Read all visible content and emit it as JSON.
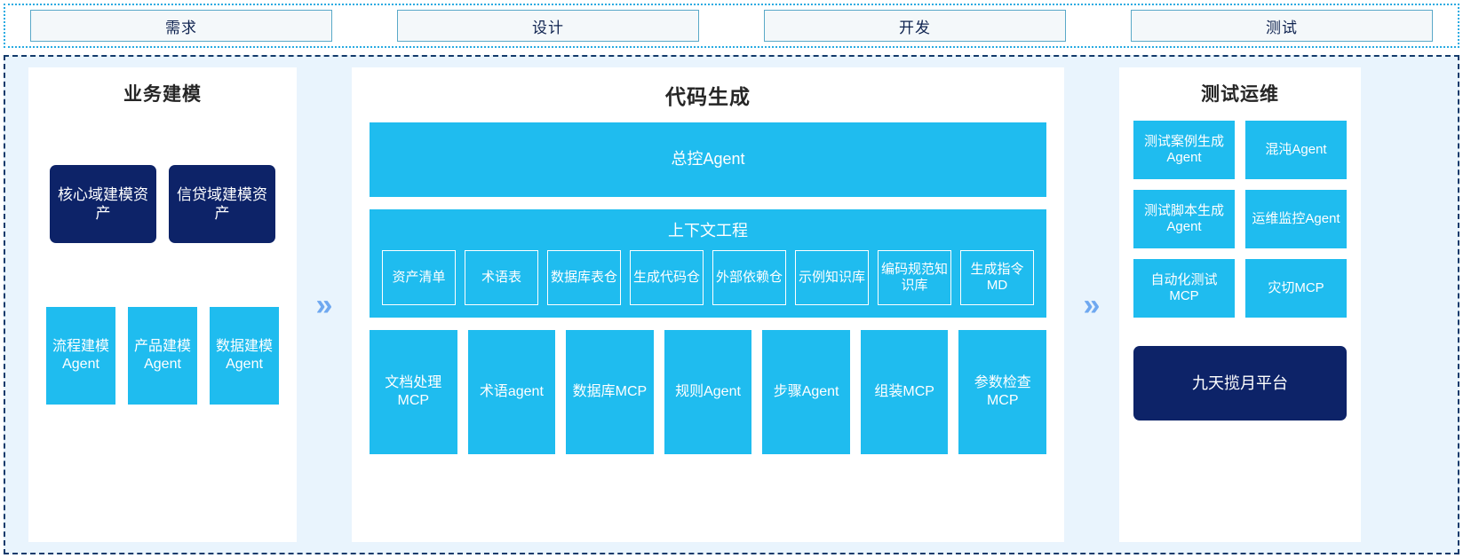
{
  "phases": [
    {
      "label": "需求"
    },
    {
      "label": "设计"
    },
    {
      "label": "开发"
    },
    {
      "label": "测试"
    }
  ],
  "separator": {
    "glyph": "»"
  },
  "colors": {
    "accent_blue": "#1FBCEF",
    "navy": "#0D2368",
    "background": "#E9F4FD",
    "chevron": "#6FA8F0",
    "phase_border": "#29ABE2"
  },
  "left_panel": {
    "title": "业务建模",
    "assets": [
      {
        "label": "核心域建模资产"
      },
      {
        "label": "信贷域建模资产"
      }
    ],
    "agents": [
      {
        "label": "流程建模Agent"
      },
      {
        "label": "产品建模Agent"
      },
      {
        "label": "数据建模Agent"
      }
    ]
  },
  "center_panel": {
    "title": "代码生成",
    "master_agent": "总控Agent",
    "context": {
      "title": "上下文工程",
      "items": [
        {
          "label": "资产清单"
        },
        {
          "label": "术语表"
        },
        {
          "label": "数据库表仓"
        },
        {
          "label": "生成代码仓"
        },
        {
          "label": "外部依赖仓"
        },
        {
          "label": "示例知识库"
        },
        {
          "label": "编码规范知识库"
        },
        {
          "label": "生成指令MD"
        }
      ]
    },
    "tools": [
      {
        "label": "文档处理MCP"
      },
      {
        "label": "术语agent"
      },
      {
        "label": "数据库MCP"
      },
      {
        "label": "规则Agent"
      },
      {
        "label": "步骤Agent"
      },
      {
        "label": "组装MCP"
      },
      {
        "label": "参数检查MCP"
      }
    ]
  },
  "right_panel": {
    "title": "测试运维",
    "items": [
      {
        "label": "测试案例生成Agent"
      },
      {
        "label": "混沌Agent"
      },
      {
        "label": "测试脚本生成Agent"
      },
      {
        "label": "运维监控Agent"
      },
      {
        "label": "自动化测试MCP"
      },
      {
        "label": "灾切MCP"
      }
    ],
    "platform": "九天揽月平台"
  }
}
